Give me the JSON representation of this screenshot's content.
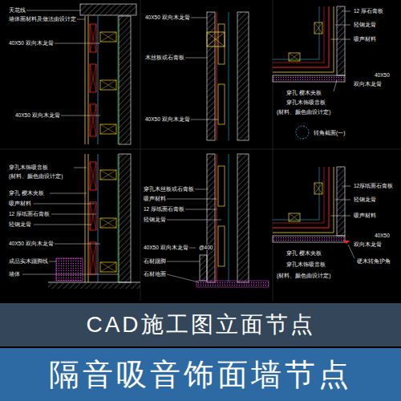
{
  "diagram": {
    "nodes": [
      {
        "text": [
          "CAD施工图立面节点"
        ]
      },
      {
        "text": [
          "隔音吸音饰面墙节点"
        ]
      }
    ],
    "labels": [
      "天花线",
      "墙体面材料及做法由设计定",
      "40X50 双向木龙骨",
      "40X50 双向木龙骨",
      "40X50 双向木龙骨",
      "木丝板或石膏板",
      "40X50 双向木龙骨",
      "12 厚石膏板",
      "轻钢龙骨",
      "吸声材料",
      "40X50",
      "双向木龙骨",
      "穿孔 樱木夹板",
      "穿孔木饰吸音板",
      "(材料、颜色由设计定)",
      "转角截面(一)",
      "穿孔木饰吸音板",
      "(材料、颜色由设计定)",
      "穿孔 樱木夹板",
      "吸声材料",
      "12 厚纸面石膏板",
      "轻钢龙骨",
      "40X50 双向木龙骨",
      "成品实木踢脚线",
      "墙体",
      "穿孔木丝板或石膏板",
      "吸声材料",
      "12 厚纸面石膏板",
      "轻钢龙骨",
      "40X50 双向木龙骨",
      "@400",
      "石材踢脚",
      "石材地面",
      "12厚纸面石膏板",
      "轻钢龙骨",
      "吸声材料",
      "40X50",
      "双向木龙骨",
      "穿孔 樱木夹板",
      "硬木转角护角",
      "穿孔木饰吸音板",
      "(材料、颜色由设计定)"
    ]
  }
}
